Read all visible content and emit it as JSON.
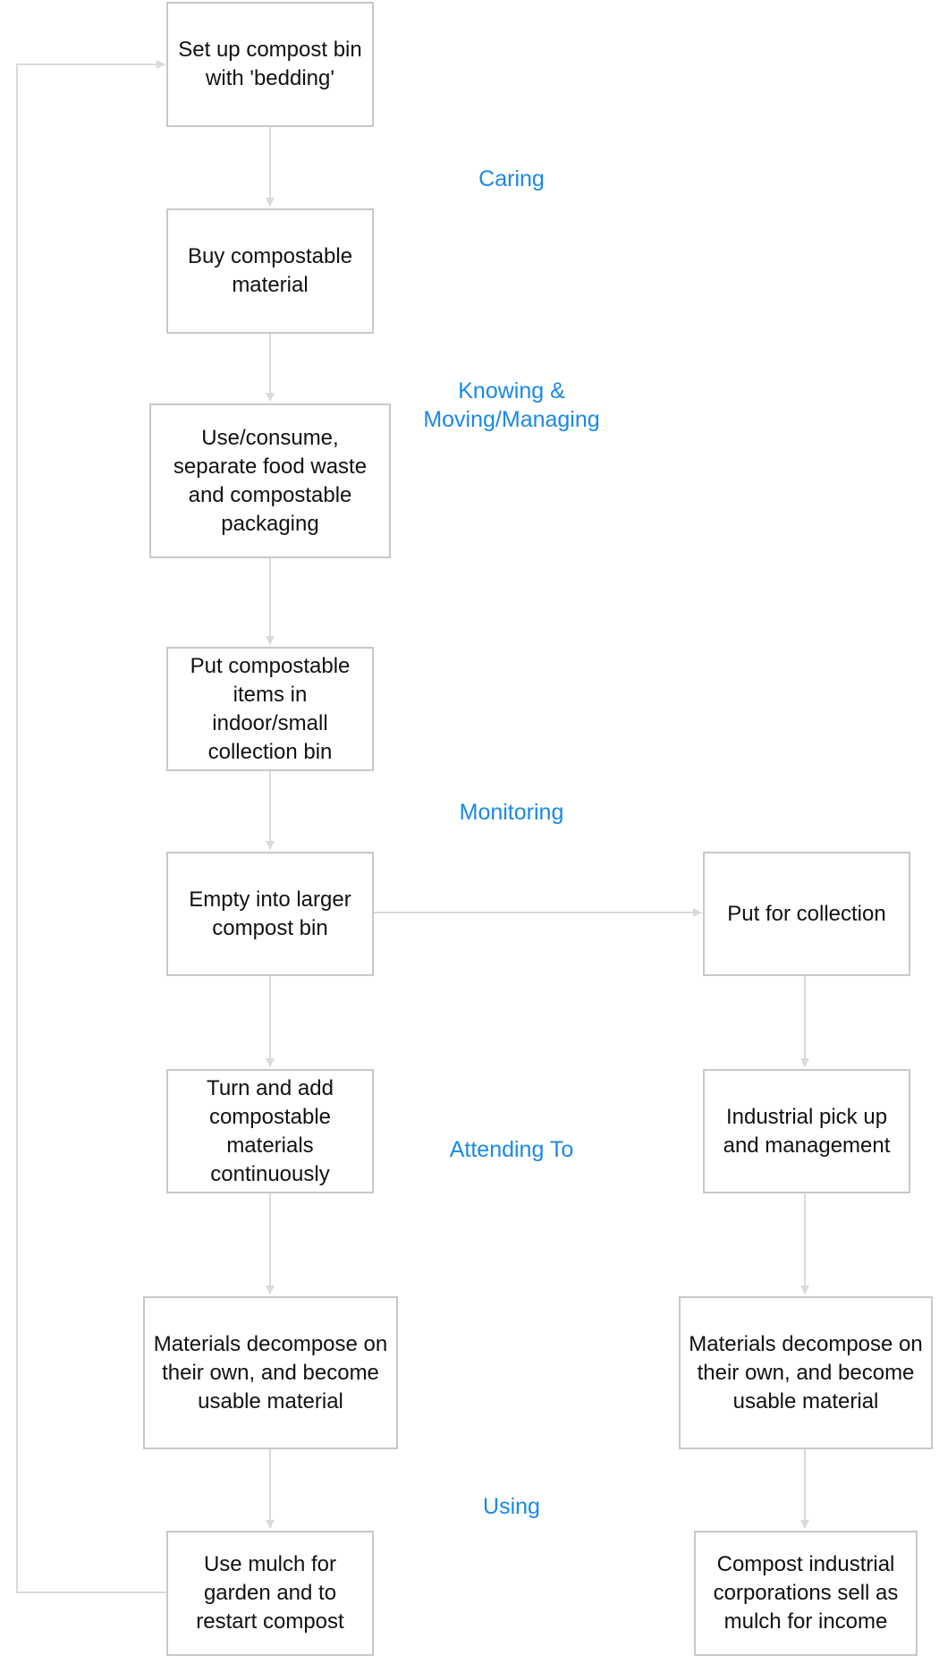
{
  "colors": {
    "node_border": "#c8c8c8",
    "connector": "#dadada",
    "text": "#111111",
    "phase_label": "#1a88e6",
    "background": "#ffffff"
  },
  "nodes": {
    "setup_bin": "Set up compost bin with 'bedding'",
    "buy_material": "Buy compostable material",
    "use_consume": "Use/consume, separate food waste and compostable packaging",
    "put_items": "Put compostable items in indoor/small collection bin",
    "empty_larger": "Empty into larger compost bin",
    "turn_add": "Turn and add compostable materials continuously",
    "decompose_home": "Materials decompose on their own, and become usable material",
    "use_mulch": "Use mulch for garden and to restart compost",
    "put_collection": "Put for collection",
    "industrial_pickup": "Industrial pick up and management",
    "decompose_industrial": "Materials decompose on their own, and become usable material",
    "corporations_sell": "Compost industrial corporations sell as mulch for income"
  },
  "phases": {
    "caring": "Caring",
    "knowing": "Knowing & Moving/Managing",
    "monitoring": "Monitoring",
    "attending": "Attending To",
    "using": "Using"
  },
  "edges": [
    {
      "from": "setup_bin",
      "to": "buy_material"
    },
    {
      "from": "buy_material",
      "to": "use_consume"
    },
    {
      "from": "use_consume",
      "to": "put_items"
    },
    {
      "from": "put_items",
      "to": "empty_larger"
    },
    {
      "from": "empty_larger",
      "to": "turn_add"
    },
    {
      "from": "turn_add",
      "to": "decompose_home"
    },
    {
      "from": "decompose_home",
      "to": "use_mulch"
    },
    {
      "from": "use_mulch",
      "to": "setup_bin"
    },
    {
      "from": "empty_larger",
      "to": "put_collection"
    },
    {
      "from": "put_collection",
      "to": "industrial_pickup"
    },
    {
      "from": "industrial_pickup",
      "to": "decompose_industrial"
    },
    {
      "from": "decompose_industrial",
      "to": "corporations_sell"
    }
  ]
}
